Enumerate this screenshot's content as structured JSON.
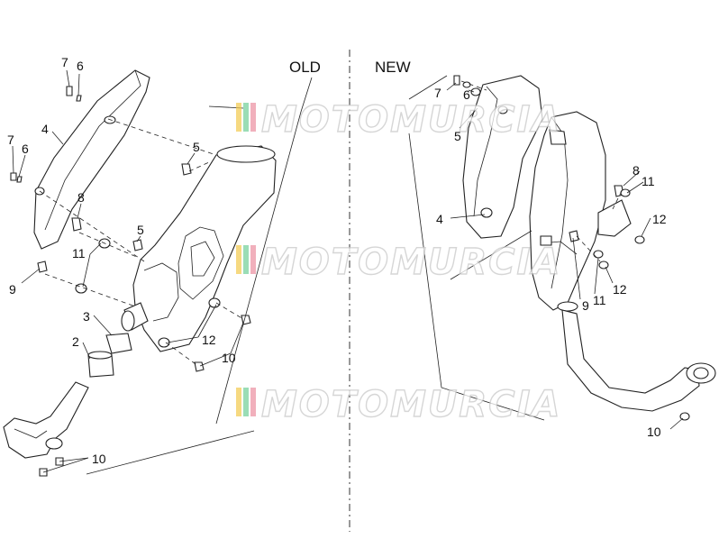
{
  "sections": {
    "old": "OLD",
    "new": "NEW"
  },
  "watermark": "MOTOMURCIA",
  "brand_colors": [
    "#f2c94c",
    "#6fcf97",
    "#eb8fa0"
  ],
  "callouts_old": [
    "7",
    "6",
    "7",
    "6",
    "4",
    "5",
    "5",
    "8",
    "11",
    "9",
    "3",
    "2",
    "12",
    "10",
    "10"
  ],
  "callouts_new": [
    "7",
    "6",
    "5",
    "4",
    "8",
    "11",
    "12",
    "9",
    "11",
    "12",
    "10"
  ]
}
